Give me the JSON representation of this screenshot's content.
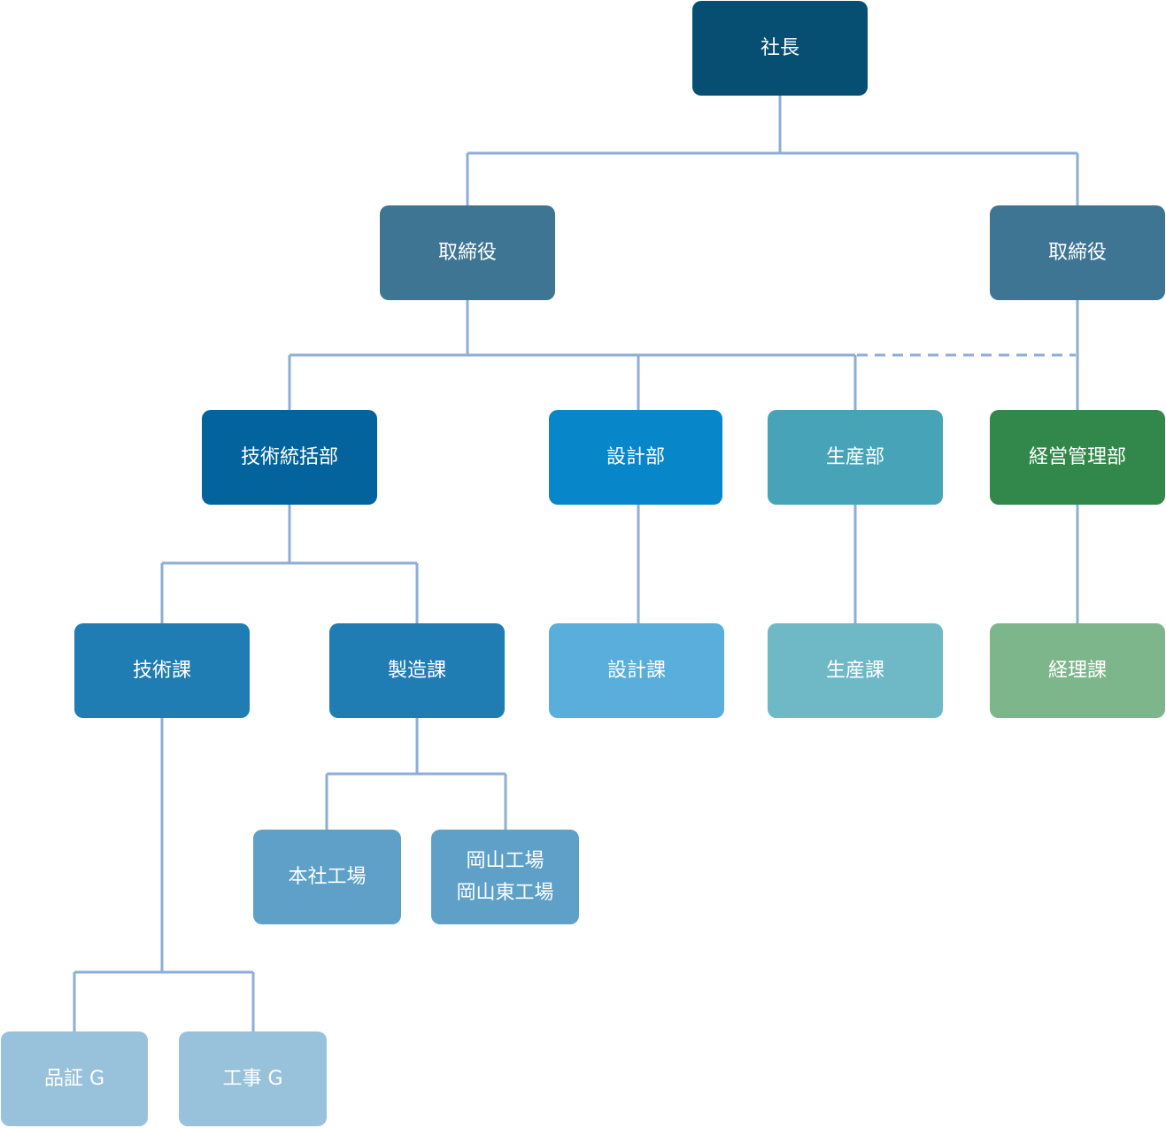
{
  "chart": {
    "nodes": [
      {
        "id": "president",
        "label": "社長",
        "color": "#064f72"
      },
      {
        "id": "dir-left",
        "label": "取締役",
        "color": "#3e7593"
      },
      {
        "id": "dir-right",
        "label": "取締役",
        "color": "#3e7593"
      },
      {
        "id": "tech-div",
        "label": "技術統括部",
        "color": "#02639d"
      },
      {
        "id": "design-div",
        "label": "設計部",
        "color": "#0786c9"
      },
      {
        "id": "prod-div",
        "label": "生産部",
        "color": "#47a3b8"
      },
      {
        "id": "mgmt-div",
        "label": "経営管理部",
        "color": "#32874a"
      },
      {
        "id": "tech-sec",
        "label": "技術課",
        "color": "#1f7db3"
      },
      {
        "id": "mfg-sec",
        "label": "製造課",
        "color": "#1f7db3"
      },
      {
        "id": "design-sec",
        "label": "設計課",
        "color": "#59aedb"
      },
      {
        "id": "prod-sec",
        "label": "生産課",
        "color": "#6fb8c6"
      },
      {
        "id": "acct-sec",
        "label": "経理課",
        "color": "#7eb68b"
      },
      {
        "id": "hq-plant",
        "label": "本社工場",
        "color": "#5ea0c8"
      },
      {
        "id": "okayama",
        "lines": [
          "岡山工場",
          "岡山東工場"
        ],
        "color": "#5ea0c8"
      },
      {
        "id": "qa",
        "label": "品証 G",
        "color": "#98c1db"
      },
      {
        "id": "const",
        "label": "工事 G",
        "color": "#98c1db"
      }
    ],
    "connector_color": "#8eaed4"
  }
}
